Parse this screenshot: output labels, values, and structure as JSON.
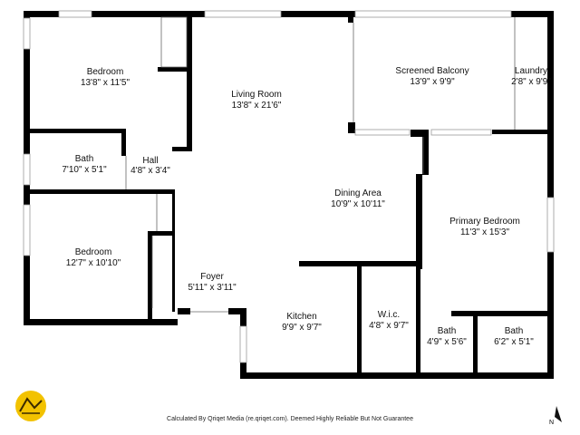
{
  "rooms": [
    {
      "id": "bedroom1",
      "name": "Bedroom",
      "dims": "13'8\" x 11'5\""
    },
    {
      "id": "living",
      "name": "Living Room",
      "dims": "13'8\" x 21'6\""
    },
    {
      "id": "balcony",
      "name": "Screened Balcony",
      "dims": "13'9\" x 9'9\""
    },
    {
      "id": "laundry",
      "name": "Laundry",
      "dims": "2'8\" x 9'9\""
    },
    {
      "id": "bath1",
      "name": "Bath",
      "dims": "7'10\" x 5'1\""
    },
    {
      "id": "hall",
      "name": "Hall",
      "dims": "4'8\" x 3'4\""
    },
    {
      "id": "dining",
      "name": "Dining Area",
      "dims": "10'9\" x 10'11\""
    },
    {
      "id": "primary",
      "name": "Primary Bedroom",
      "dims": "11'3\" x 15'3\""
    },
    {
      "id": "bedroom2",
      "name": "Bedroom",
      "dims": "12'7\" x 10'10\""
    },
    {
      "id": "foyer",
      "name": "Foyer",
      "dims": "5'11\" x 3'11\""
    },
    {
      "id": "kitchen",
      "name": "Kitchen",
      "dims": "9'9\" x 9'7\""
    },
    {
      "id": "wic",
      "name": "W.i.c.",
      "dims": "4'8\" x 9'7\""
    },
    {
      "id": "bath2",
      "name": "Bath",
      "dims": "4'9\" x 5'6\""
    },
    {
      "id": "bath3",
      "name": "Bath",
      "dims": "6'2\" x 5'1\""
    }
  ],
  "footer": "Calculated By Qriqet Media (re.qriqet.com). Deemed Highly Reliable But Not Guarantee",
  "compass": "N",
  "colors": {
    "wall": "#000000",
    "logo": "#f2c200"
  }
}
